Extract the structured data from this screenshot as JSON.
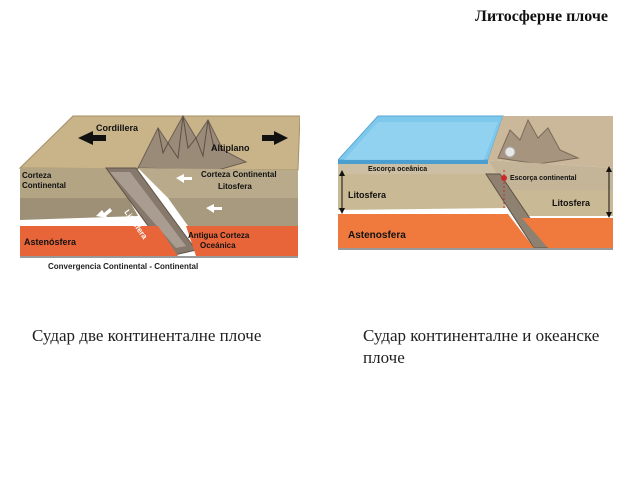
{
  "slide": {
    "title": "Литосферне плоче"
  },
  "figure1": {
    "labels": {
      "cordillera": "Cordillera",
      "altiplano": "Altiplano",
      "corteza_continental_left_1": "Corteza",
      "corteza_continental_left_2": "Continental",
      "corteza_continental_right": "Corteza Continental",
      "litosfera_right": "Litosfera",
      "litosfera_slab": "Litosfera",
      "astenosfera": "Astenósfera",
      "antigua_1": "Antigua Corteza",
      "antigua_2": "Oceánica",
      "caption": "Convergencia Continental - Continental"
    }
  },
  "figure2": {
    "labels": {
      "escorca_oceanica": "Escorça oceânica",
      "escorca_continental": "Escorça continental",
      "litosfera_left": "Litosfera",
      "litosfera_right": "Litosfera",
      "astenosfera": "Astenosfera"
    }
  },
  "captions": {
    "left": "Судар две континенталне плоче",
    "right": "Судар континенталне и океанске плоче"
  }
}
